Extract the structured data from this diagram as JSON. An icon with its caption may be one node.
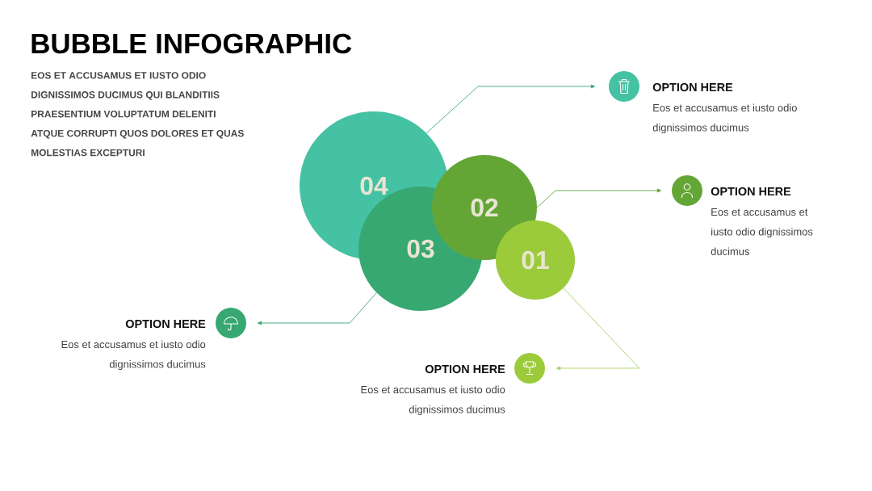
{
  "diagram": {
    "title": "BUBBLE INFOGRAPHIC",
    "nodes": [
      {
        "text": [
          "04"
        ]
      },
      {
        "text": [
          "03"
        ]
      },
      {
        "text": [
          "02"
        ]
      },
      {
        "text": [
          "01"
        ]
      },
      {
        "text": [],
        "shape": "circle",
        "beside": [
          "OPTION HERE",
          "Eos et accusamus et iusto odio dignissimos ducimus"
        ]
      },
      {
        "text": [],
        "shape": "circle",
        "beside": [
          "OPTION HERE",
          "Eos et accusamus et iusto odio dignissimos ducimus"
        ]
      },
      {
        "text": [],
        "shape": "circle",
        "beside": [
          "OPTION HERE",
          "Eos et accusamus et iusto odio dignissimos ducimus"
        ]
      },
      {
        "text": [],
        "shape": "circle",
        "beside": [
          "OPTION HERE",
          "Eos et accusamus et iusto odio dignissimos ducimus"
        ]
      }
    ],
    "edges": [
      {
        "from": 0,
        "to": 4,
        "arrow": "to",
        "color": "#3fa67e"
      },
      {
        "from": 2,
        "to": 5,
        "arrow": "to",
        "color": "#62a53a"
      },
      {
        "from": 1,
        "to": 6,
        "arrow": "to",
        "color": "#38a673"
      },
      {
        "from": 3,
        "to": 7,
        "arrow": "to",
        "color": "#a8d062"
      }
    ],
    "labels": [
      "EOS ET ACCUSAMUS ET IUSTO ODIO DIGNISSIMOS DUCIMUS QUI BLANDITIIS PRAESENTIUM VOLUPTATUM DELENITI ATQUE CORRUPTI QUOS DOLORES ET QUAS MOLESTIAS EXCEPTURI"
    ]
  }
}
